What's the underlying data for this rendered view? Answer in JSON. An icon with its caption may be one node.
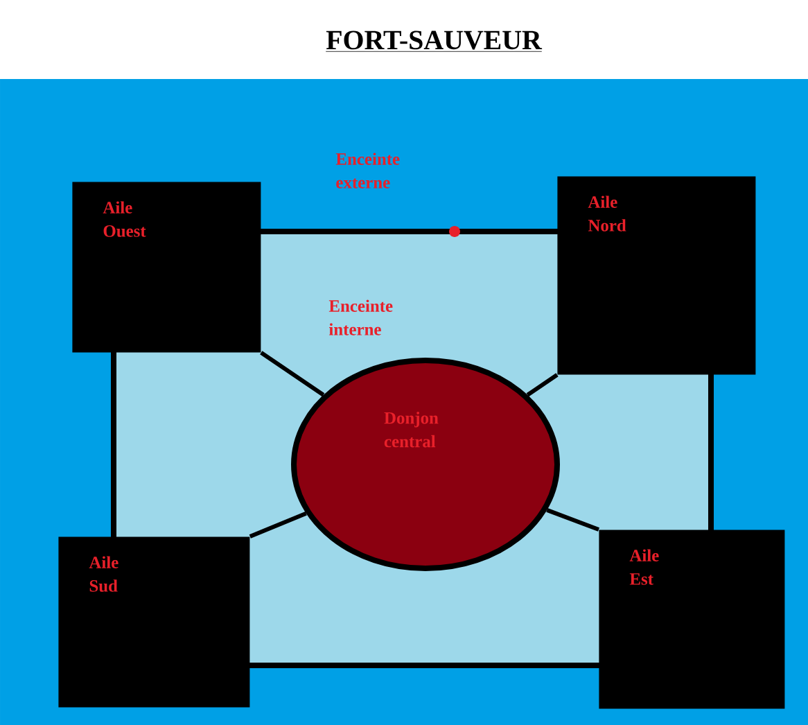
{
  "diagram": {
    "title": "FORT-SAUVEUR",
    "nodes": [
      {
        "text": [
          "Aile Ouest"
        ]
      },
      {
        "text": [
          "Aile Nord"
        ]
      },
      {
        "text": [
          "Donjon central"
        ]
      },
      {
        "text": [
          "Aile Sud"
        ]
      },
      {
        "text": [
          "Aile Est"
        ]
      }
    ],
    "edges": [
      {
        "from": 0,
        "to": 2,
        "arrow": "none"
      },
      {
        "from": 1,
        "to": 2,
        "arrow": "none"
      },
      {
        "from": 3,
        "to": 2,
        "arrow": "none"
      },
      {
        "from": 4,
        "to": 2,
        "arrow": "none"
      }
    ],
    "labels": [
      "Enceinte externe",
      "Enceinte interne"
    ]
  }
}
